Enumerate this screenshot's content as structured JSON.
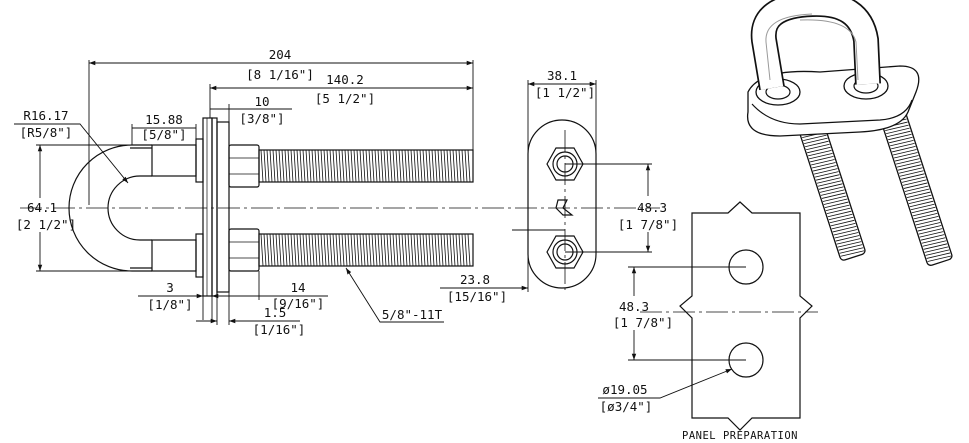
{
  "drawing": {
    "dims": {
      "overall_mm": "204",
      "overall_in": "[8 1/16\"]",
      "thread_mm": "140.2",
      "thread_in": "[5 1/2\"]",
      "nut_mm": "10",
      "nut_in": "[3/8\"]",
      "bend_mm": "15.88",
      "bend_in": "[5/8\"]",
      "radius_mm": "R16.17",
      "radius_in": "[R5/8\"]",
      "height_mm": "64.1",
      "height_in": "[2 1/2\"]",
      "plate_mm": "3",
      "plate_in": "[1/8\"]",
      "washer_mm": "14",
      "washer_in": "[9/16\"]",
      "gasket_mm": "1.5",
      "gasket_in": "[1/16\"]",
      "thread_spec": "5/8\"-11T",
      "side_width_mm": "38.1",
      "side_width_in": "[1 1/2\"]",
      "side_spacing_mm": "48.3",
      "side_spacing_in": "[1 7/8\"]",
      "side_offset_mm": "23.8",
      "side_offset_in": "[15/16\"]",
      "panel_spacing_mm": "48.3",
      "panel_spacing_in": "[1 7/8\"]",
      "hole_mm": "ø19.05",
      "hole_in": "[ø3/4\"]",
      "panel_title": "PANEL PREPARATION"
    }
  }
}
